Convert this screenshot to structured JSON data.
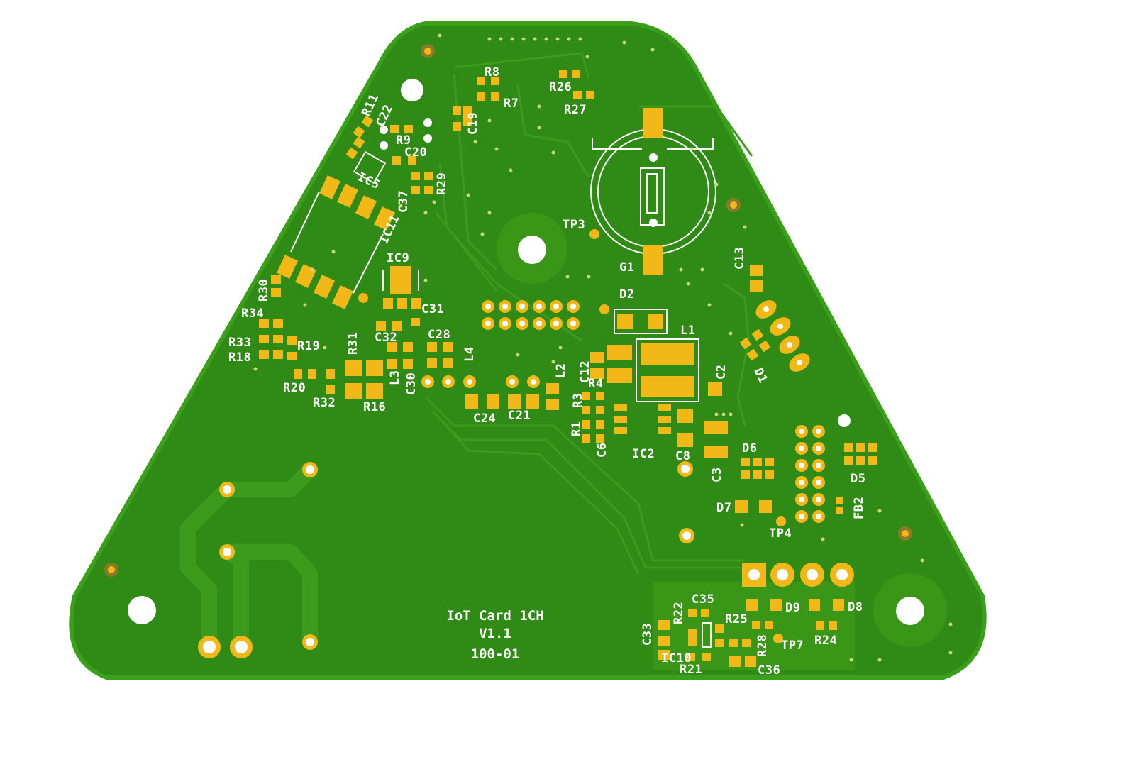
{
  "board": {
    "title_lines": [
      "IoT Card 1CH",
      "V1.1",
      "100-01"
    ],
    "colors": {
      "soldermask": "#2f8a16",
      "trace": "#3a9617",
      "copper_pad": "#f2b817",
      "silkscreen": "#ffffff",
      "background": "#ffffff"
    }
  },
  "labels": {
    "R8": "R8",
    "R7": "R7",
    "R26": "R26",
    "R27": "R27",
    "R11": "R11",
    "C22": "C22",
    "C19": "C19",
    "R9": "R9",
    "C20": "C20",
    "IC5": "IC5",
    "R29": "R29",
    "C37": "C37",
    "IC11": "IC11",
    "IC9": "IC9",
    "TP3": "TP3",
    "G1": "G1",
    "C13": "C13",
    "R30": "R30",
    "R34": "R34",
    "C31": "C31",
    "C32": "C32",
    "C28": "C28",
    "R33": "R33",
    "R19": "R19",
    "R31": "R31",
    "R18": "R18",
    "L4": "L4",
    "L3": "L3",
    "C30": "C30",
    "R20": "R20",
    "R32": "R32",
    "R16": "R16",
    "D2": "D2",
    "L1": "L1",
    "D1": "D1",
    "C12": "C12",
    "L2": "L2",
    "C2": "C2",
    "R4": "R4",
    "R3": "R3",
    "R1": "R1",
    "C24": "C24",
    "C21": "C21",
    "C6": "C6",
    "IC2": "IC2",
    "C8": "C8",
    "D6": "D6",
    "C3": "C3",
    "D5": "D5",
    "D7": "D7",
    "FB2": "FB2",
    "TP4": "TP4",
    "D9": "D9",
    "D8": "D8",
    "C35": "C35",
    "R22": "R22",
    "R25": "R25",
    "C33": "C33",
    "R28": "R28",
    "TP7": "TP7",
    "R24": "R24",
    "IC10": "IC10",
    "R21": "R21",
    "C36": "C36"
  }
}
